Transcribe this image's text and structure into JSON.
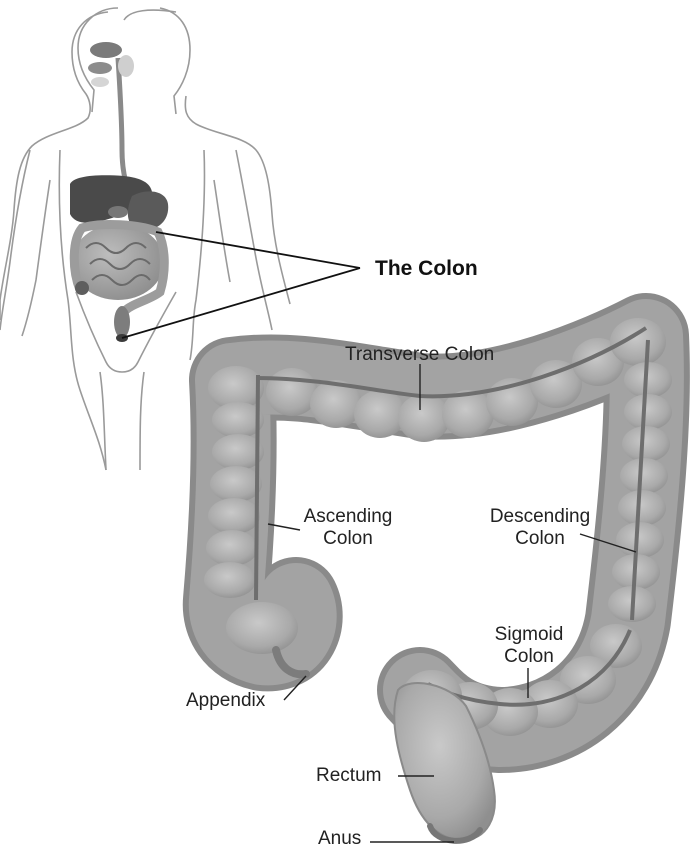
{
  "title": "The Colon",
  "labels": {
    "transverse": "Transverse Colon",
    "ascending_1": "Ascending",
    "ascending_2": "Colon",
    "descending_1": "Descending",
    "descending_2": "Colon",
    "sigmoid_1": "Sigmoid",
    "sigmoid_2": "Colon",
    "appendix": "Appendix",
    "rectum": "Rectum",
    "anus": "Anus"
  },
  "colors": {
    "background": "#ffffff",
    "colon_fill": "#a3a3a3",
    "colon_dark": "#6e6e6e",
    "haustra_fill": "#b7b7b7",
    "body_outline": "#9a9a9a",
    "organ_dark": "#4a4a4a",
    "text": "#222222"
  }
}
